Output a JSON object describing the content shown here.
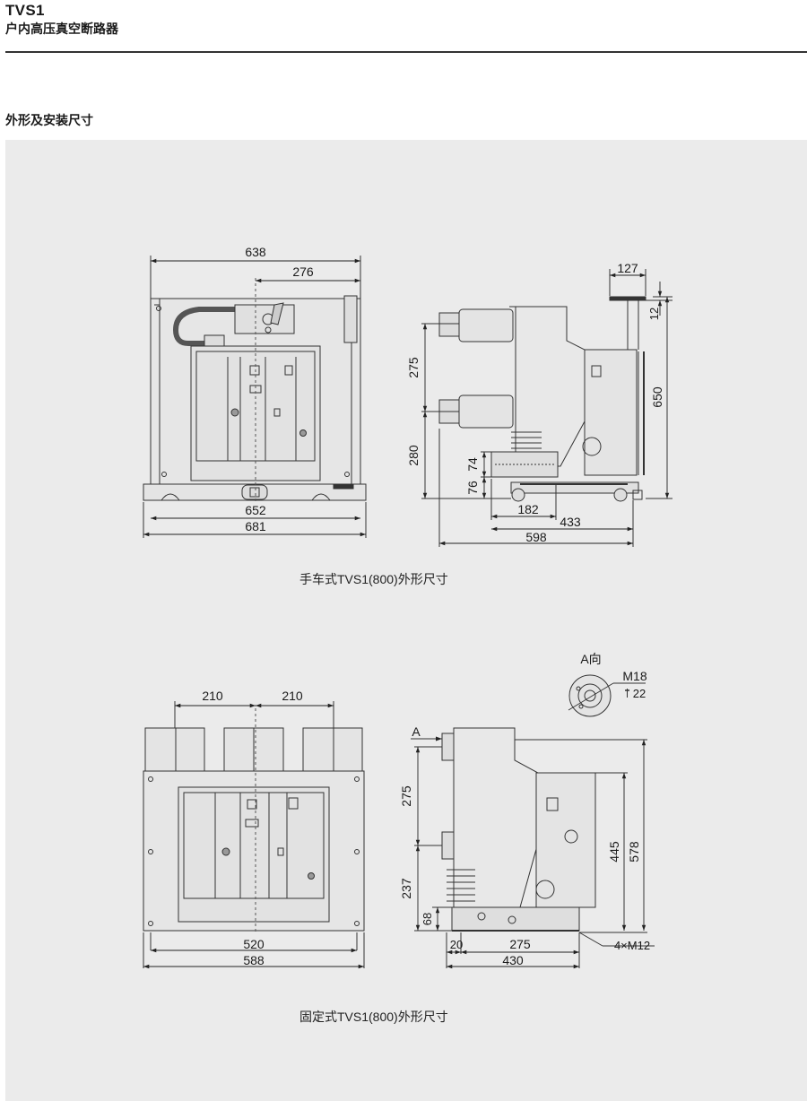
{
  "header": {
    "title": "TVS1",
    "subtitle": "户内高压真空断路器"
  },
  "section": {
    "title": "外形及安装尺寸"
  },
  "captions": {
    "handcart": "手车式TVS1(800)外形尺寸",
    "fixed": "固定式TVS1(800)外形尺寸"
  },
  "dims": {
    "front_top_width": "638",
    "front_center_offset": "276",
    "front_base_inner": "652",
    "front_base_outer": "681",
    "side_top_depth": "127",
    "side_top_step": "12",
    "side_height": "650",
    "side_pole_spacing": "275",
    "side_lower_height": "280",
    "side_74": "74",
    "side_76": "76",
    "side_182": "182",
    "side_433": "433",
    "side_598": "598",
    "fixed_pitch_left": "210",
    "fixed_pitch_right": "210",
    "fixed_inner_width": "520",
    "fixed_outer_width": "588",
    "fixed_view_label": "A向",
    "fixed_thread": "M18",
    "fixed_depth": "22",
    "fixed_arrow_a": "A",
    "fixed_pole_spacing": "275",
    "fixed_lower": "237",
    "fixed_68": "68",
    "fixed_20": "20",
    "fixed_275b": "275",
    "fixed_430": "430",
    "fixed_445": "445",
    "fixed_578": "578",
    "fixed_bolts": "4×M12"
  }
}
